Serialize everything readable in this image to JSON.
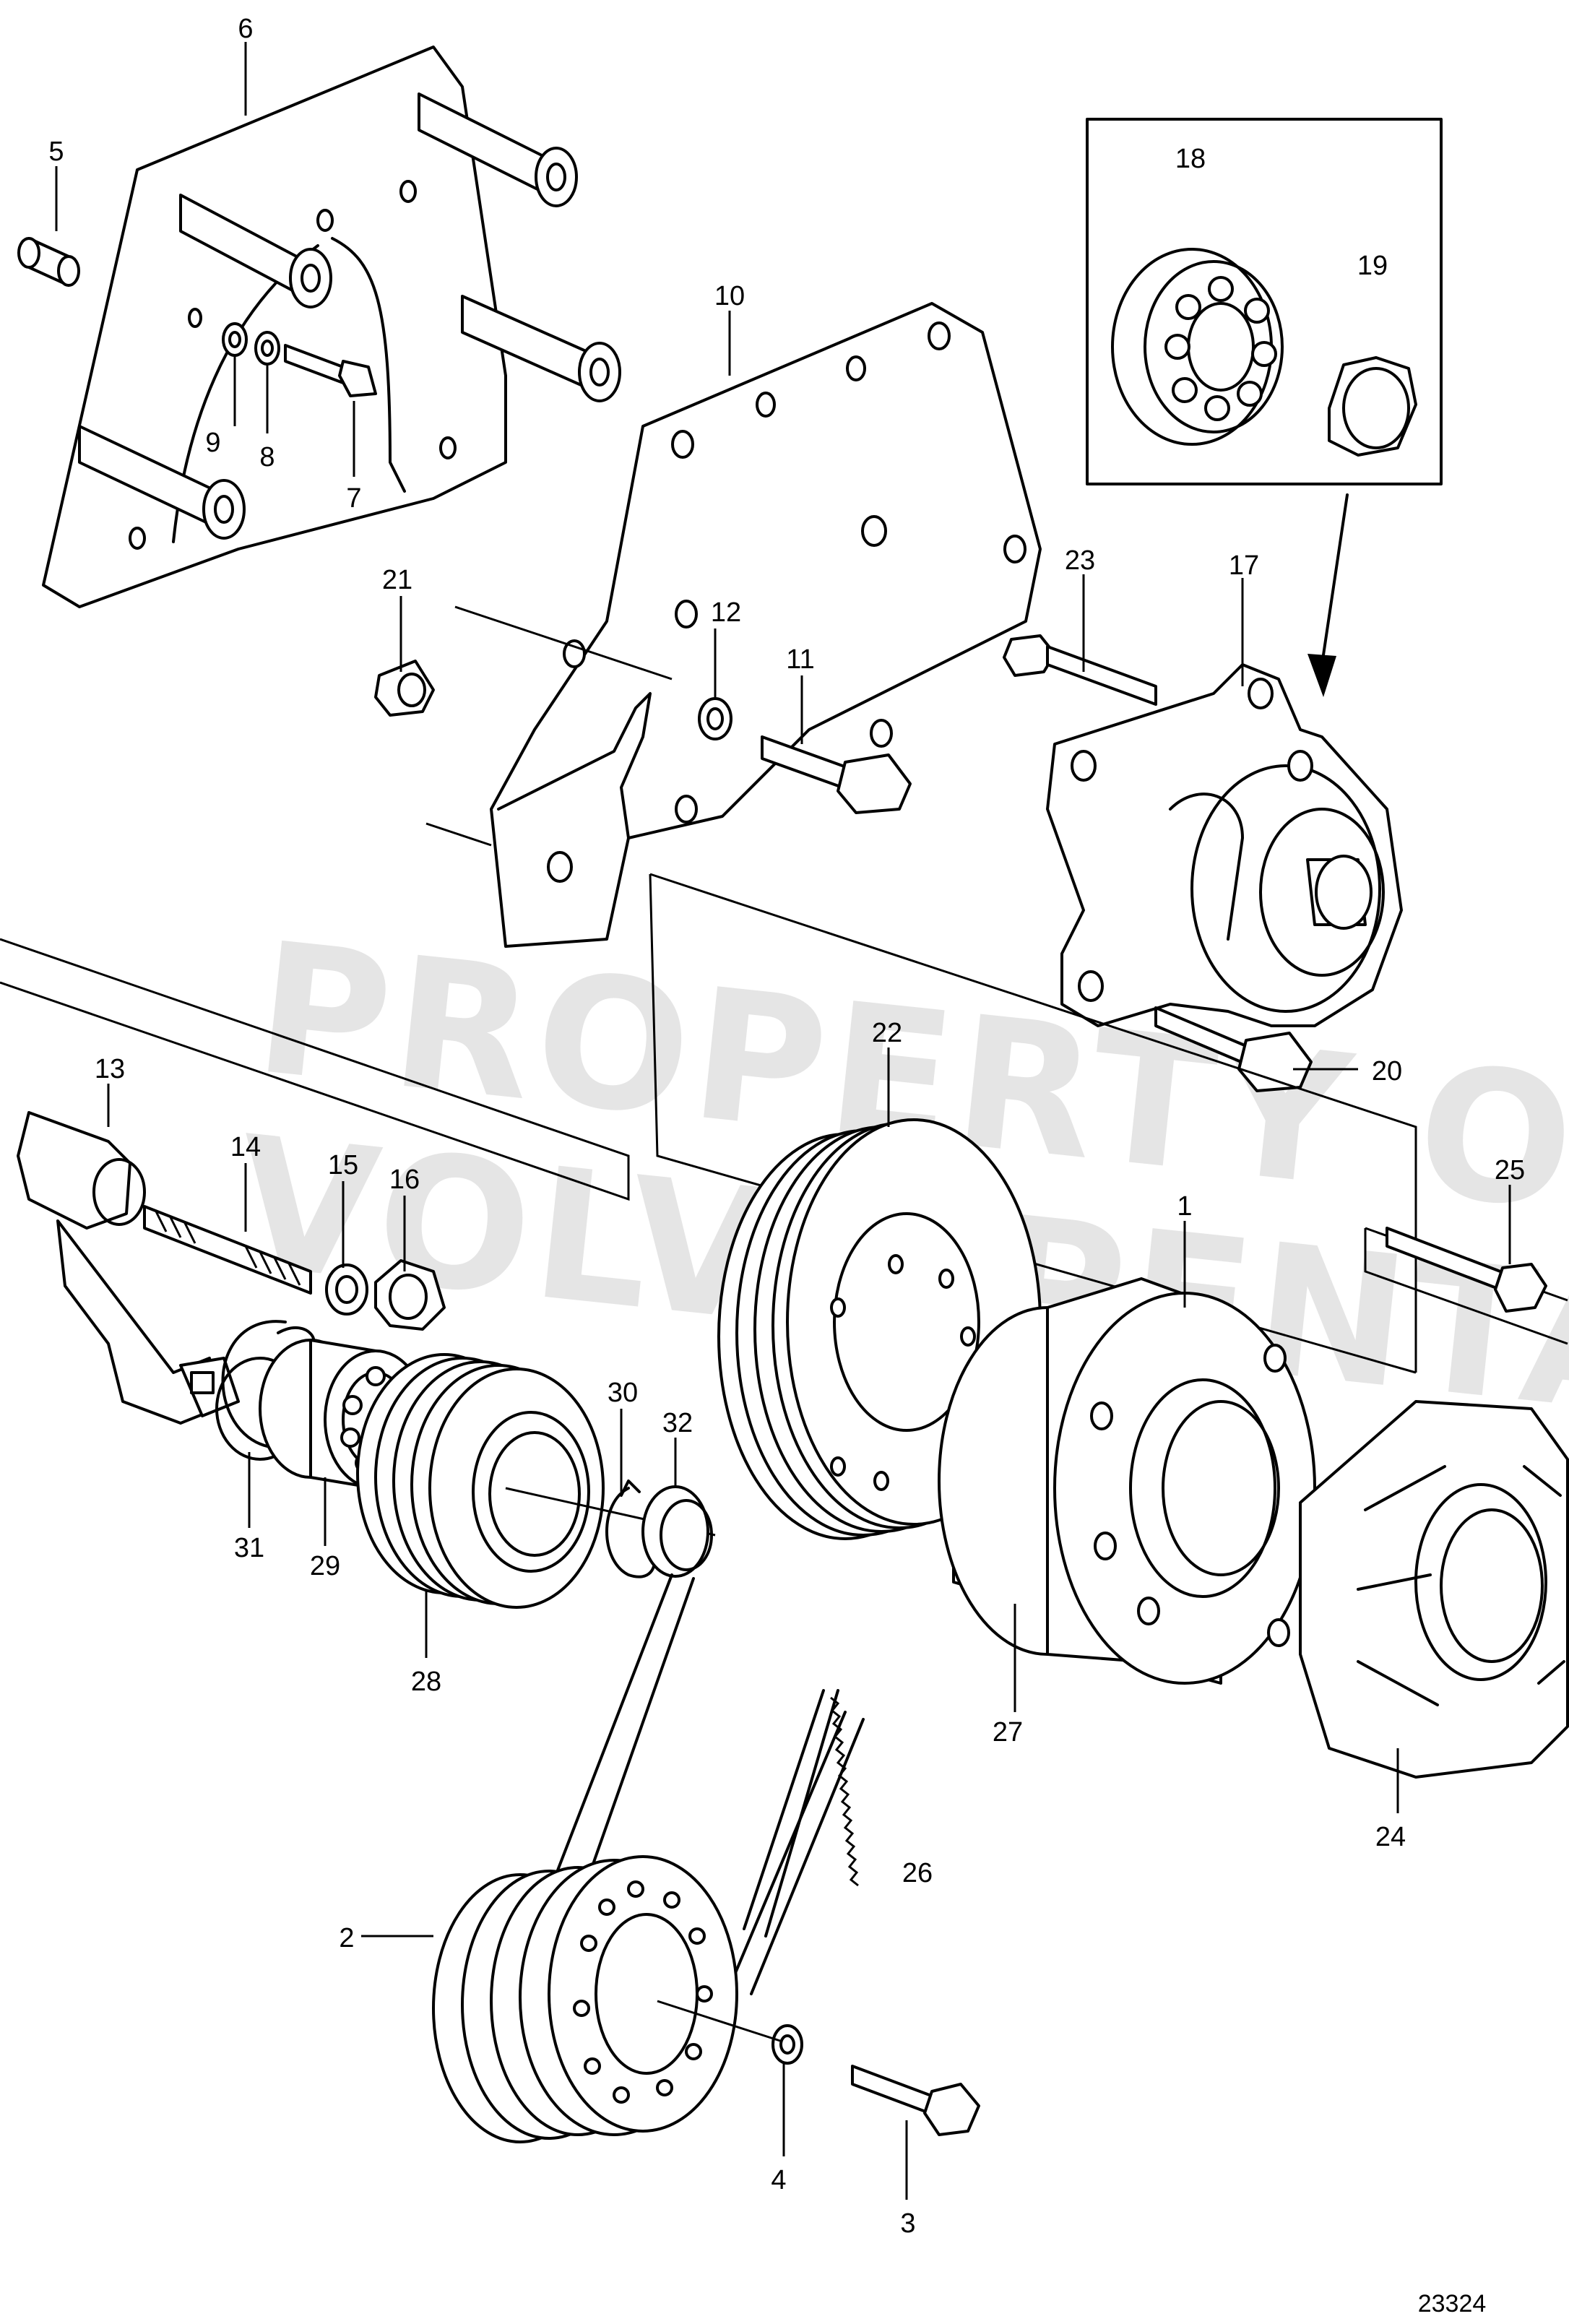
{
  "diagram": {
    "drawing_number": "23324",
    "watermark_lines": [
      "PROPERTY OF",
      "VOLVO PENTA"
    ],
    "callouts": {
      "p1": "1",
      "p2": "2",
      "p3": "3",
      "p4": "4",
      "p5": "5",
      "p6": "6",
      "p7": "7",
      "p8": "8",
      "p9": "9",
      "p10": "10",
      "p11": "11",
      "p12": "12",
      "p13": "13",
      "p14": "14",
      "p15": "15",
      "p16": "16",
      "p17": "17",
      "p18": "18",
      "p19": "19",
      "p20": "20",
      "p21": "21",
      "p22": "22",
      "p23": "23",
      "p24": "24",
      "p25": "25",
      "p26": "26",
      "p27": "27",
      "p28": "28",
      "p29": "29",
      "p30": "30",
      "p31": "31",
      "p32": "32"
    }
  }
}
